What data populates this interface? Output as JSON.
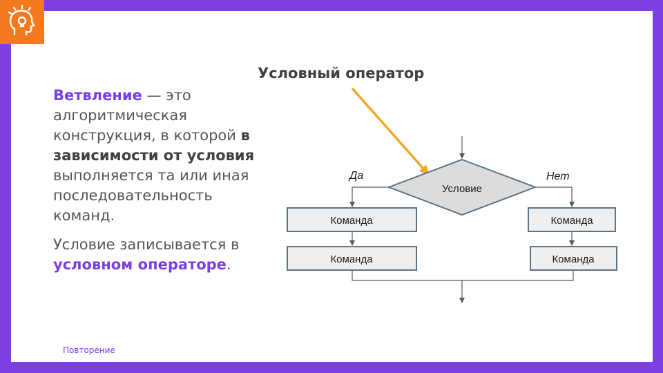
{
  "logo": {
    "icon": "head-lightbulb-icon",
    "color": "#f47a20"
  },
  "theme": {
    "accent": "#7b3fe4",
    "frame": "#7b3fe4"
  },
  "definition": {
    "term": "Ветвление",
    "part1": " — это алгоритмическая конструкция, в которой ",
    "emphasis1": "в зависимости от условия",
    "part2": " выполняется та или иная последовательность команд.",
    "sentence2_start": "Условие записывается в ",
    "sentence2_accent": "условном операторе",
    "sentence2_end": "."
  },
  "callout": {
    "label": "Условный оператор"
  },
  "flowchart": {
    "condition": "Условие",
    "yes_label": "Да",
    "no_label": "Нет",
    "left_commands": [
      "Команда",
      "Команда"
    ],
    "right_commands": [
      "Команда",
      "Команда"
    ]
  },
  "footer": {
    "label": "Повторение"
  }
}
